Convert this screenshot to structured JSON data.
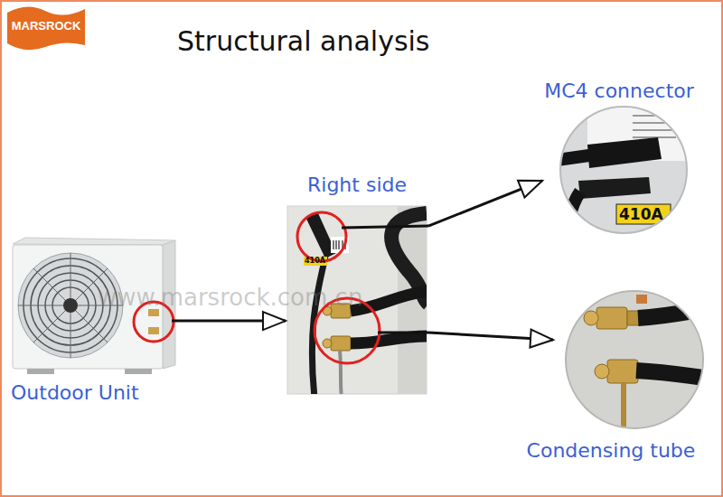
{
  "diagram": {
    "title": "Structural analysis",
    "nodes": [
      {
        "text": [
          "MARSROCK"
        ]
      },
      {
        "text": [
          "Outdoor Unit"
        ]
      },
      {
        "text": [
          "Right side"
        ]
      },
      {
        "text": [
          "MC4 connector"
        ]
      },
      {
        "text": [
          "Condensing tube"
        ]
      }
    ],
    "edges": [
      {
        "from": 1,
        "to": 2,
        "arrow": "to"
      },
      {
        "from": 2,
        "to": 3,
        "arrow": "to"
      },
      {
        "from": 2,
        "to": 4,
        "arrow": "to"
      }
    ],
    "labels": [
      "www.marsrock.com.cn",
      "410A",
      "410A"
    ]
  }
}
